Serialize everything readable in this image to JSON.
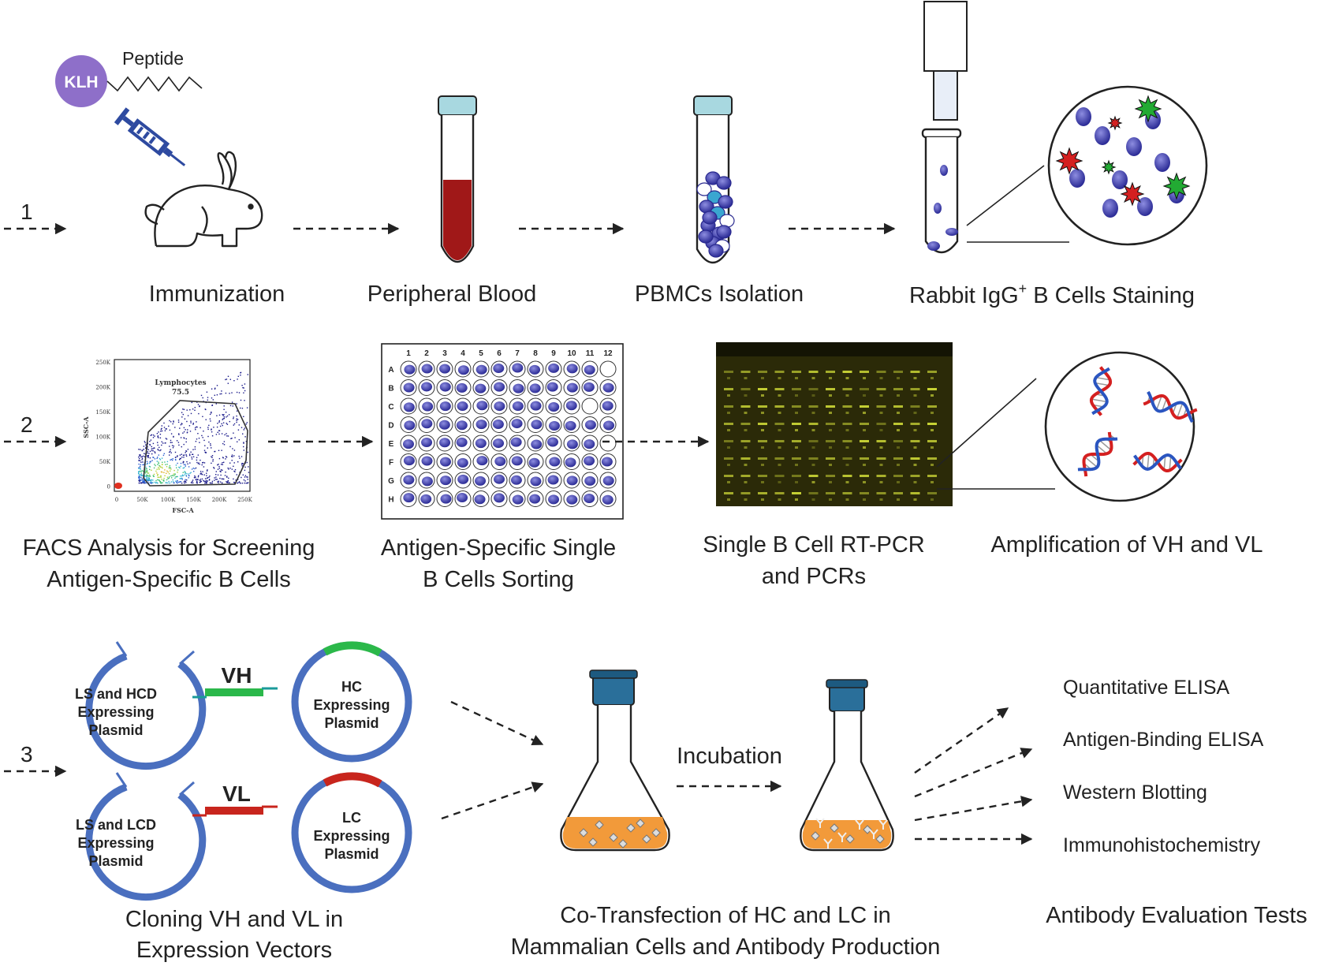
{
  "steps": [
    "1",
    "2",
    "3"
  ],
  "row1": {
    "klh": "KLH",
    "peptide": "Peptide",
    "immunization": "Immunization",
    "peripheral_blood": "Peripheral Blood",
    "pbmc": "PBMCs Isolation",
    "staining_pre": "Rabbit IgG",
    "staining_sup": "+",
    "staining_post": " B Cells Staining"
  },
  "row2": {
    "facs": {
      "line1": "FACS Analysis for Screening",
      "line2": "Antigen-Specific B Cells",
      "gate_name": "Lymphocytes",
      "gate_value": "75.5",
      "ylabel": "SSC-A",
      "xlabel": "FSC-A",
      "yticks": [
        "250K",
        "200K",
        "150K",
        "100K",
        "50K",
        "0"
      ],
      "xticks": [
        "0",
        "50K",
        "100K",
        "150K",
        "200K",
        "250K"
      ]
    },
    "sorting": {
      "line1": "Antigen-Specific Single",
      "line2": "B Cells Sorting",
      "cols": [
        "1",
        "2",
        "3",
        "4",
        "5",
        "6",
        "7",
        "8",
        "9",
        "10",
        "11",
        "12"
      ],
      "rows": [
        "A",
        "B",
        "C",
        "D",
        "E",
        "F",
        "G",
        "H"
      ]
    },
    "rtpcr": {
      "line1": "Single B Cell RT-PCR",
      "line2": "and PCRs"
    },
    "amplification": "Amplification of VH and VL"
  },
  "row3": {
    "plasmid_hcd": [
      "LS and HCD",
      "Expressing",
      "Plasmid"
    ],
    "plasmid_lcd": [
      "LS and LCD",
      "Expressing",
      "Plasmid"
    ],
    "plasmid_hc": [
      "HC",
      "Expressing",
      "Plasmid"
    ],
    "plasmid_lc": [
      "LC",
      "Expressing",
      "Plasmid"
    ],
    "vh": "VH",
    "vl": "VL",
    "cloning": [
      "Cloning VH and VL in",
      "Expression Vectors"
    ],
    "incubation": "Incubation",
    "cotransfection": [
      "Co-Transfection of HC and LC in",
      "Mammalian Cells and Antibody Production"
    ],
    "tests": [
      "Quantitative ELISA",
      "Antigen-Binding ELISA",
      "Western Blotting",
      "Immunohistochemistry"
    ],
    "tests_title": "Antibody Evaluation Tests"
  },
  "colors": {
    "klh": "#8e6fc9",
    "blood": "#a01818",
    "cap": "#a8d8e0",
    "cell_blue": "#3f3fb0",
    "green_cell": "#22aa33",
    "red_cell": "#d42020",
    "gel_bg": "#2b2a08",
    "gel_band": "#d8e43a",
    "plasmid": "#4a6fbf",
    "vh_insert": "#2bb84a",
    "vl_insert": "#c8251d",
    "flask_liquid": "#f29a3a",
    "flask_cap": "#2a6f9a"
  }
}
